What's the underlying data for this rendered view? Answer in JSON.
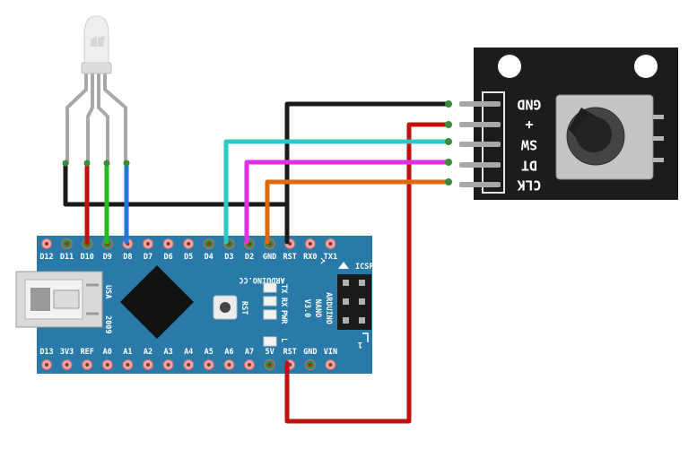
{
  "board": {
    "top_pins": [
      "D12",
      "D11",
      "D10",
      "D9",
      "D8",
      "D7",
      "D6",
      "D5",
      "D4",
      "D3",
      "D2",
      "GND",
      "RST",
      "RX0",
      "TX1"
    ],
    "bottom_pins": [
      "D13",
      "3V3",
      "REF",
      "A0",
      "A1",
      "A2",
      "A3",
      "A4",
      "A5",
      "A6",
      "A7",
      "5V",
      "RST",
      "GND",
      "VIN"
    ],
    "brand": "ARDUINO.CC",
    "model_line1": "ARDUINO",
    "model_line2": "NANO",
    "model_line3": "V3.0",
    "usa_label": "USA",
    "year_label": "2009",
    "icsp_label": "ICSP",
    "rst_label": "RST",
    "led_labels": [
      "TX",
      "RX",
      "PWR",
      "L"
    ],
    "header_number": "1"
  },
  "encoder": {
    "pins": [
      "GND",
      "+",
      "SW",
      "DT",
      "CLK"
    ]
  },
  "colors": {
    "board": "#2a7aa9",
    "wire_gnd": "#1a1a1a",
    "wire_5v": "#c01010",
    "wire_sw": "#2cc8c8",
    "wire_dt": "#e030e0",
    "wire_clk": "#dd6a10",
    "led_red": "#c01010",
    "led_green": "#22bb22",
    "led_blue": "#2277dd"
  }
}
